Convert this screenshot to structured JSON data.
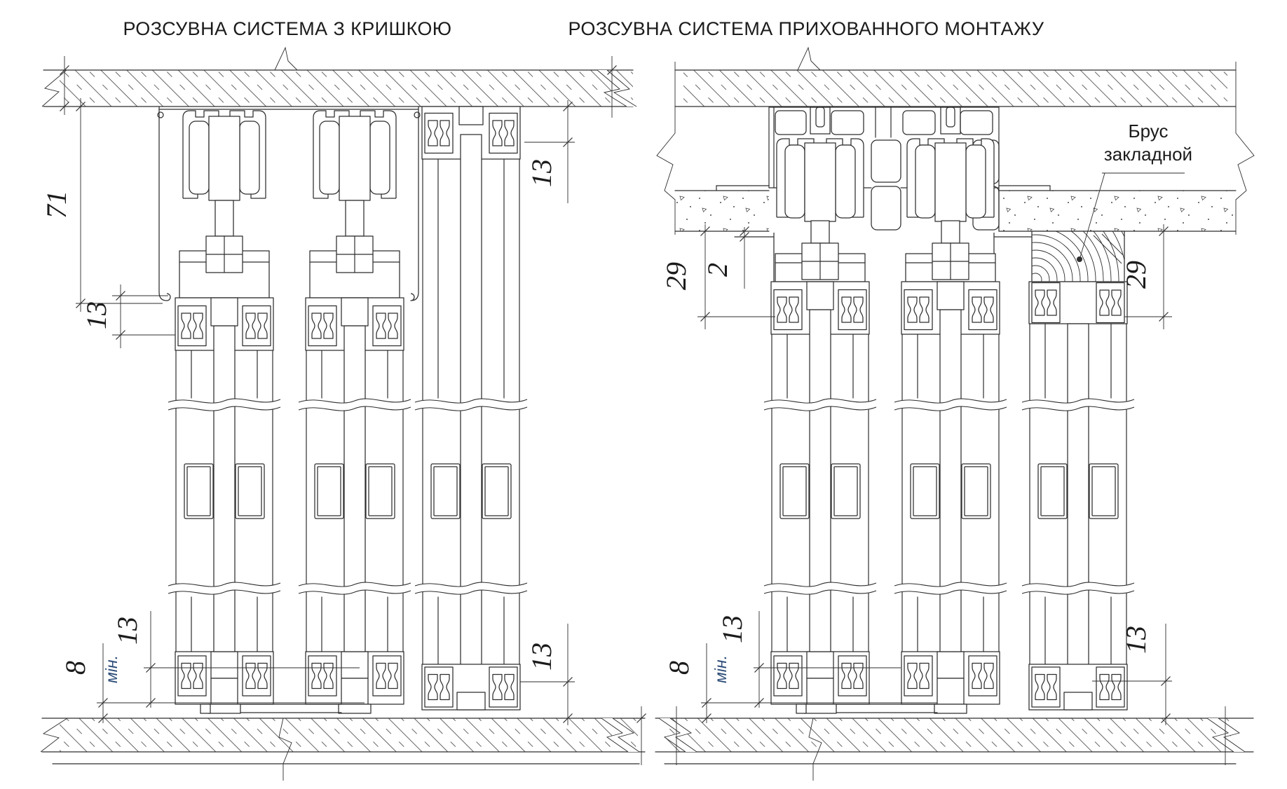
{
  "titles": {
    "left": "РОЗСУВНА СИСТЕМА З КРИШКОЮ",
    "right": "РОЗСУВНА СИСТЕМА ПРИХОВАННОГО МОНТАЖУ"
  },
  "labels": {
    "embed_beam_line1": "Брус",
    "embed_beam_line2": "закладной"
  },
  "dimensions": {
    "left": {
      "track_with_cover_height": "71",
      "cover_to_panel_gap": "13",
      "fixed_panel_top_inset": "13",
      "bottom_guide_inset": "13",
      "floor_clearance": "8",
      "floor_clearance_note": "мін.",
      "fixed_panel_bottom_inset": "13"
    },
    "right": {
      "recess_depth_left": "29",
      "ceiling_gap": "2",
      "recess_depth_right": "29",
      "floor_clearance": "8",
      "floor_clearance_note": "мін.",
      "bottom_guide_inset": "13",
      "fixed_panel_bottom_inset": "13"
    }
  },
  "colors": {
    "line": "#2e2e2e",
    "text": "#1b1b1b",
    "note_text": "#2e4e79"
  }
}
